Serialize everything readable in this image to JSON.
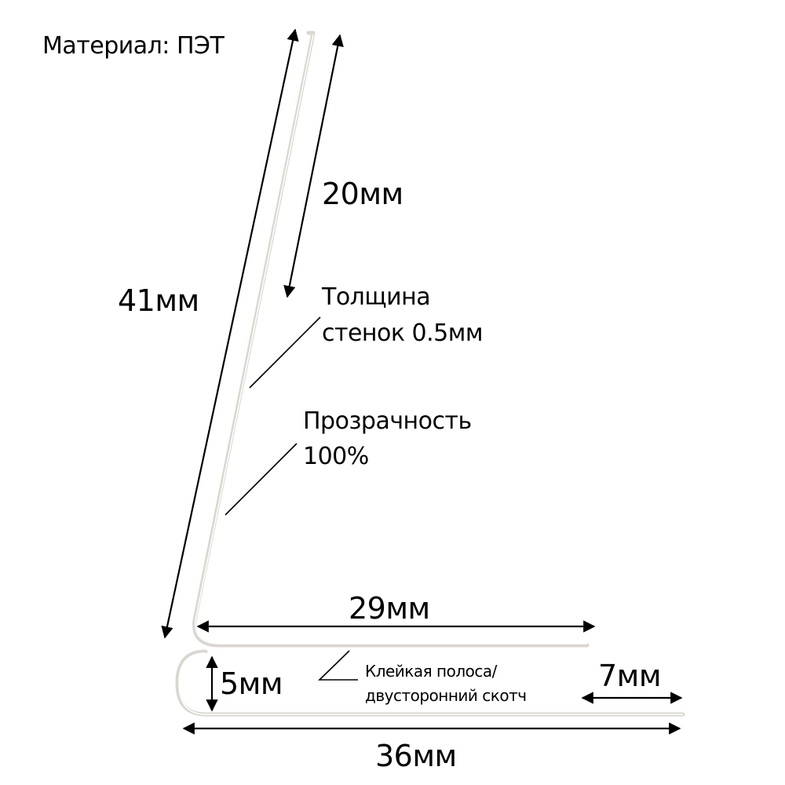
{
  "title": "Материал: ПЭТ",
  "dimensions": {
    "total_height": "41мм",
    "top_segment": "20мм",
    "top_shelf": "29мм",
    "fold_height": "5мм",
    "overhang": "7мм",
    "total_width": "36мм"
  },
  "annotations": {
    "wall_thickness_line1": "Толщина",
    "wall_thickness_line2": "стенок 0.5мм",
    "transparency_line1": "Прозрачность",
    "transparency_line2": "100%",
    "adhesive_line1": "Клейкая полоса/",
    "adhesive_line2": "двусторонний скотч"
  },
  "colors": {
    "profile": "#dad6d0",
    "lines": "#000000",
    "background": "#ffffff"
  }
}
